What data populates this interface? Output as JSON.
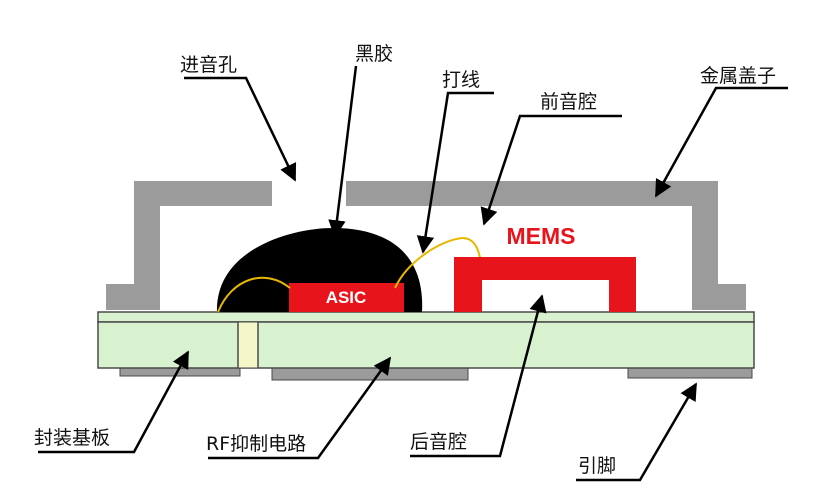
{
  "labels": {
    "sound_hole": "进音孔",
    "black_glue": "黑胶",
    "wire_bond": "打线",
    "front_cavity": "前音腔",
    "metal_cap": "金属盖子",
    "substrate": "封装基板",
    "rf_circuit": "RF抑制电路",
    "back_cavity": "后音腔",
    "pins": "引脚"
  },
  "chips": {
    "asic": "ASIC",
    "mems": "MEMS"
  },
  "colors": {
    "cap": "#9b9b9b",
    "substrate_fill": "#d8f2cf",
    "substrate_stroke": "#4a4a4a",
    "glue": "#000000",
    "chip_red": "#e8141c",
    "wire": "#e8b800",
    "pin": "#9b9b9b",
    "arrow": "#000000"
  }
}
